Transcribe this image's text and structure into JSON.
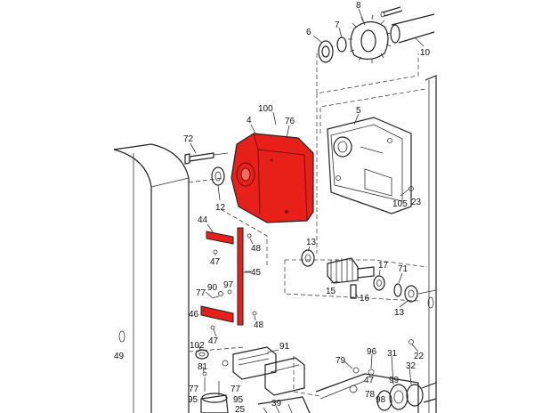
{
  "colors": {
    "highlight": "#e8201a",
    "line": "#222222",
    "background": "#ffffff"
  },
  "labels": {
    "l8": "8",
    "l7": "7",
    "l6": "6",
    "l10": "10",
    "l100": "100",
    "l4": "4",
    "l76": "76",
    "l5": "5",
    "l72": "72",
    "l12": "12",
    "l105": "105",
    "l23": "23",
    "l44": "44",
    "l48a": "48",
    "l47a": "47",
    "l45": "45",
    "l13a": "13",
    "l17": "17",
    "l71": "71",
    "l15": "15",
    "l16": "16",
    "l13b": "13",
    "l77a": "77",
    "l90": "90",
    "l97": "97",
    "l46": "46",
    "l48b": "48",
    "l47b": "47",
    "l102": "102",
    "l91": "91",
    "l49": "49",
    "l22": "22",
    "l81": "81",
    "l79": "79",
    "l96": "96",
    "l31": "31",
    "l47c": "47",
    "l32": "32",
    "l77b": "77",
    "l77c": "77",
    "l95a": "95",
    "l95b": "95",
    "l39": "39",
    "l25": "25",
    "l78": "78",
    "l99": "99",
    "l98": "98"
  }
}
